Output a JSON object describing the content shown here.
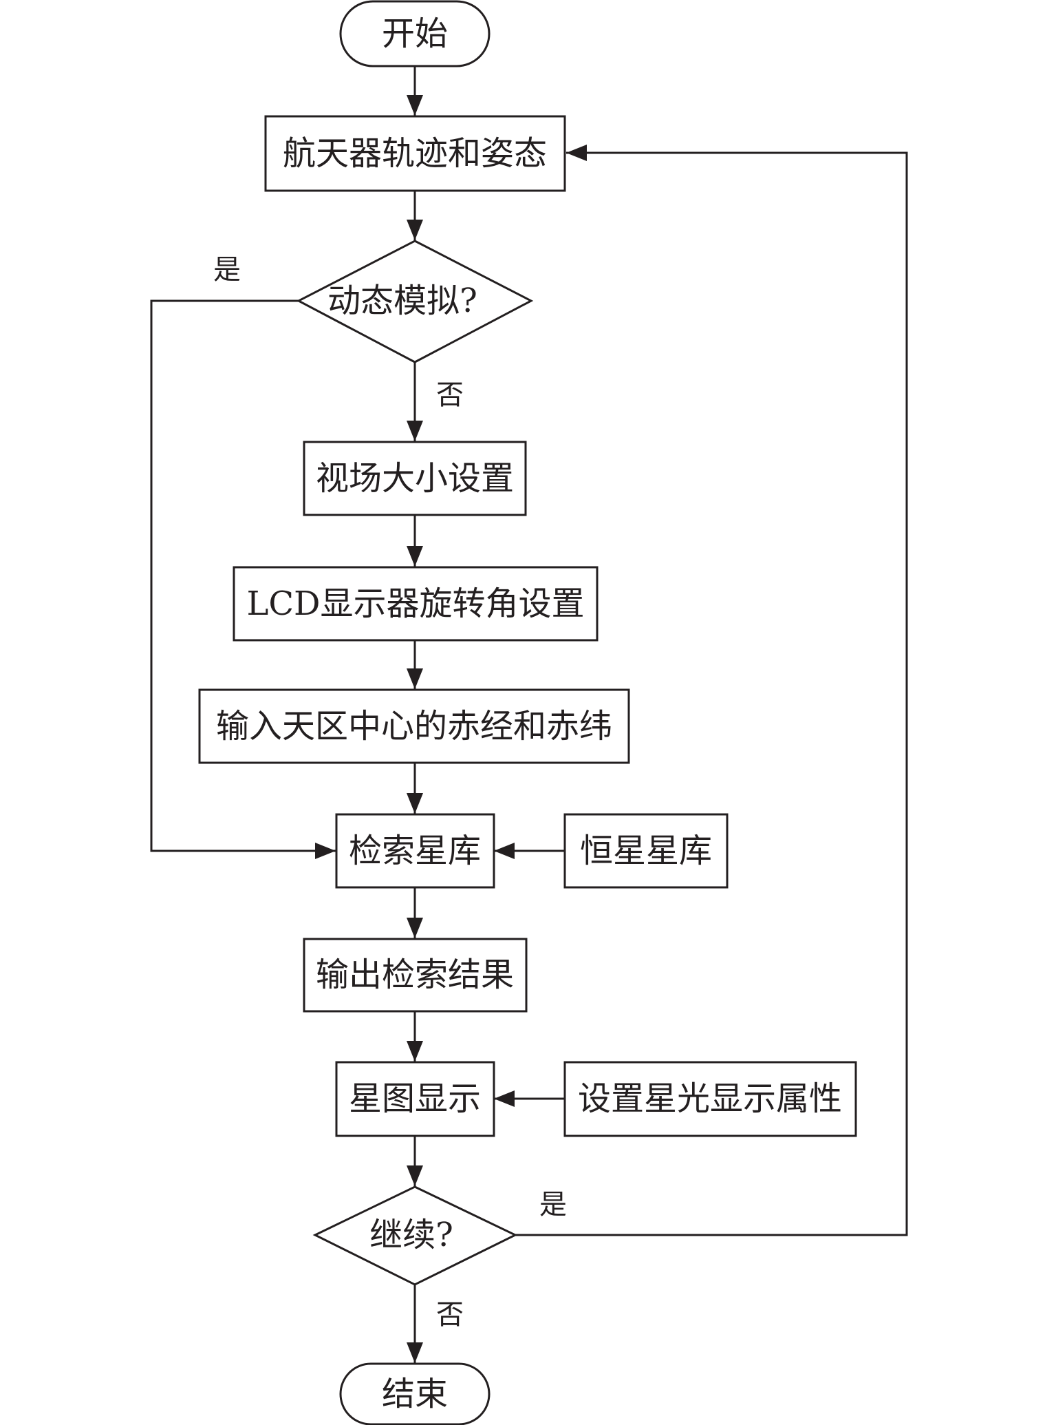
{
  "nodes": {
    "start": "开始",
    "trajectory": "航天器轨迹和姿态",
    "dynamic_q": "动态模拟?",
    "fov": "视场大小设置",
    "lcd": "LCD显示器旋转角设置",
    "input_center": "输入天区中心的赤经和赤纬",
    "search": "检索星库",
    "star_catalog": "恒星星库",
    "output": "输出检索结果",
    "display": "星图显示",
    "attrs": "设置星光显示属性",
    "continue_q": "继续?",
    "end": "结束"
  },
  "branch_labels": {
    "dynamic_yes": "是",
    "dynamic_no": "否",
    "continue_yes": "是",
    "continue_no": "否"
  }
}
